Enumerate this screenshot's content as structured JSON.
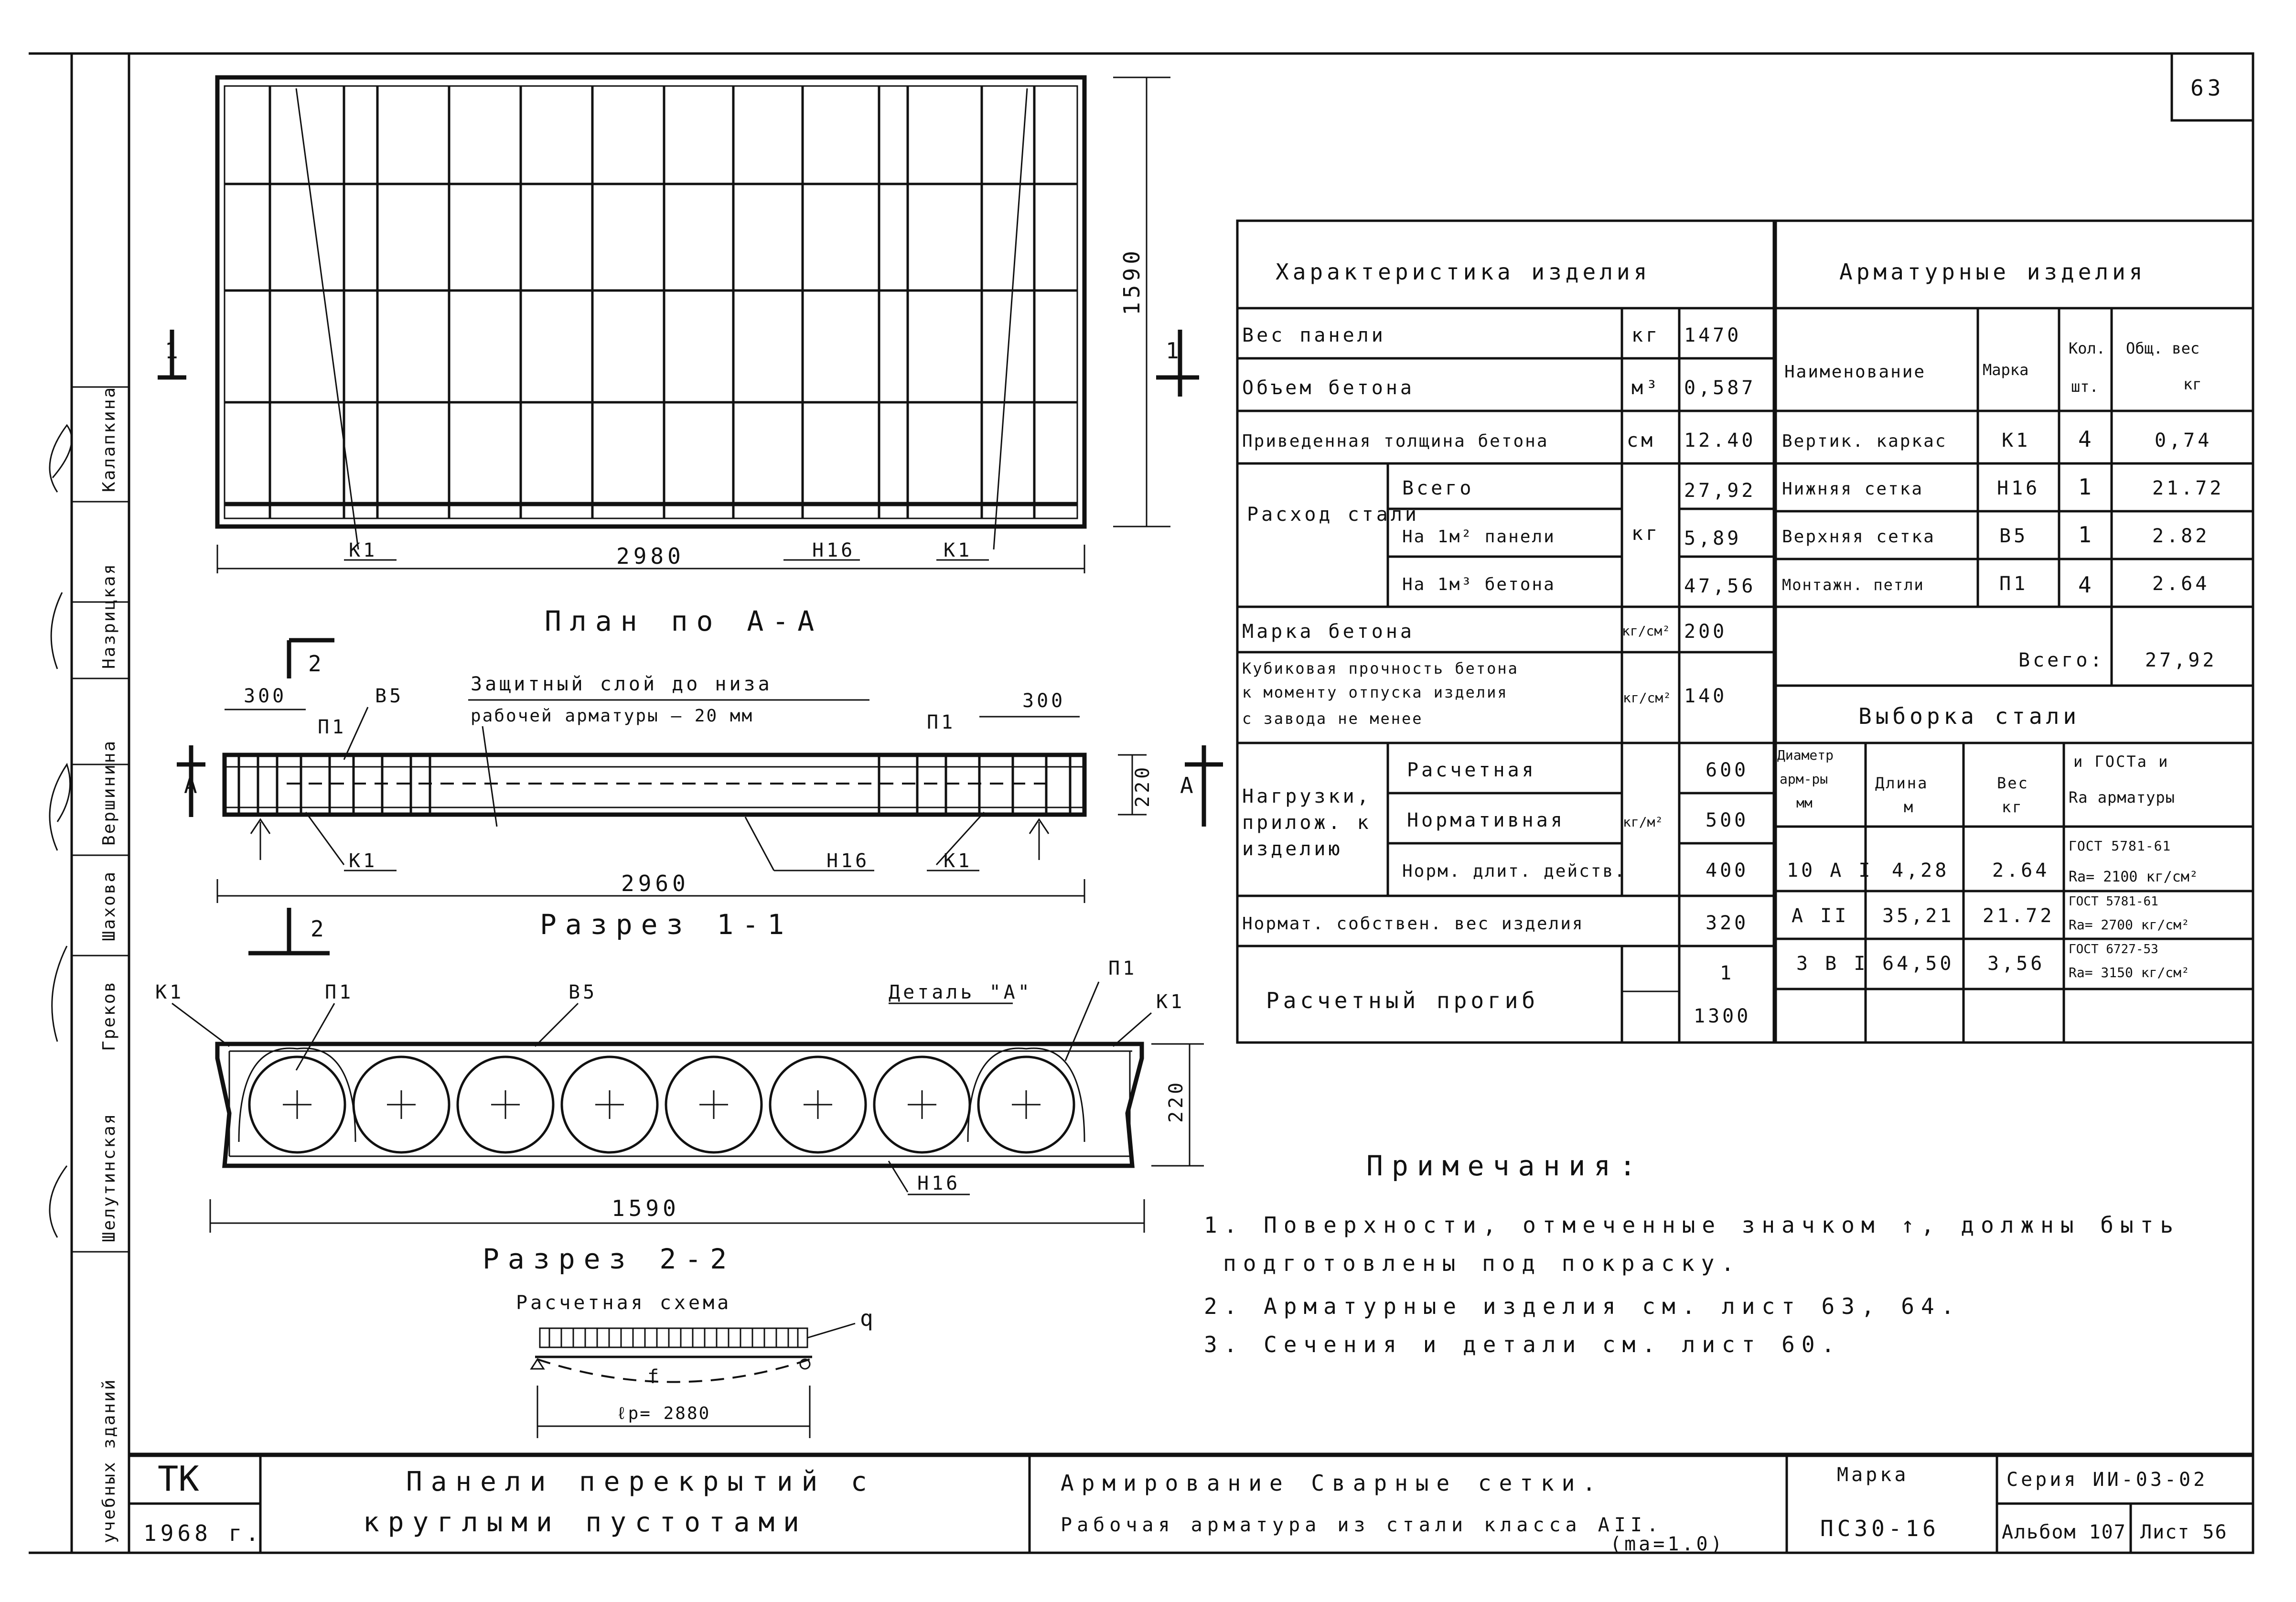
{
  "sheet_number": "63",
  "left_strip": {
    "names": [
      "Шелутинская",
      "Греков",
      "Шахова",
      "Вершинина",
      "Назрицкая",
      "Калапкина"
    ],
    "bottom_text": "учебных зданий"
  },
  "plan": {
    "title": "План по А-А",
    "dim_length": "2980",
    "dim_width": "1590",
    "labels": {
      "k1_left": "К1",
      "h16": "Н16",
      "k1_right": "К1"
    },
    "section_mark": "1"
  },
  "section11": {
    "title": "Разрез 1-1",
    "note_line1": "Защитный слой до низа",
    "note_line2": "рабочей арматуры — 20 мм",
    "dim_left": "300",
    "dim_right": "300",
    "dim_length": "2960",
    "dim_height": "220",
    "labels": {
      "b5": "В5",
      "p1_left": "П1",
      "p1_right": "П1",
      "k1_left": "К1",
      "h16": "Н16",
      "k1_right": "К1"
    },
    "mark_a": "А",
    "mark_2": "2"
  },
  "section22": {
    "title": "Разрез 2-2",
    "dim_width": "1590",
    "dim_height": "220",
    "labels": {
      "k1_left": "К1",
      "p1_left": "П1",
      "b5": "В5",
      "detail_a": "Деталь \"А\"",
      "p1_right": "П1",
      "k1_right": "К1",
      "h16": "Н16"
    }
  },
  "calc_scheme": {
    "title": "Расчетная схема",
    "q": "q",
    "f": "f",
    "span": "ℓр= 2880"
  },
  "char_table": {
    "header": "Характеристика изделия",
    "rows": [
      {
        "name": "Вес панели",
        "unit": "кг",
        "value": "1470"
      },
      {
        "name": "Объем бетона",
        "unit": "м³",
        "value": "0,587"
      },
      {
        "name": "Приведенная толщина бетона",
        "unit": "см",
        "value": "12.40"
      }
    ],
    "steel": {
      "name": "Расход стали",
      "unit": "кг",
      "rows": [
        {
          "sub": "Всего",
          "value": "27,92"
        },
        {
          "sub": "На 1м² панели",
          "value": "5,89"
        },
        {
          "sub": "На 1м³ бетона",
          "value": "47,56"
        }
      ]
    },
    "concrete_grade": {
      "name": "Марка бетона",
      "unit": "кг/см²",
      "value": "200"
    },
    "cube_strength": {
      "line1": "Кубиковая прочность бетона",
      "line2": "к моменту отпуска изделия",
      "line3": "с завода не менее",
      "unit": "кг/см²",
      "value": "140"
    },
    "loads": {
      "name_line1": "Нагрузки,",
      "name_line2": "прилож. к",
      "name_line3": "изделию",
      "unit": "кг/м²",
      "rows": [
        {
          "sub": "Расчетная",
          "value": "600"
        },
        {
          "sub": "Нормативная",
          "value": "500"
        },
        {
          "sub": "Норм. длит. действ.",
          "value": "400"
        }
      ]
    },
    "self_weight": {
      "name": "Нормат. собствен. вес изделия",
      "value": "320"
    },
    "deflection": {
      "name": "Расчетный прогиб",
      "num": "1",
      "den": "1300"
    }
  },
  "rebar_table": {
    "header": "Арматурные изделия",
    "col_name": "Наименование",
    "col_mark": "Марка",
    "col_qty_1": "Кол.",
    "col_qty_2": "шт.",
    "col_weight_1": "Общ. вес",
    "col_weight_2": "кг",
    "rows": [
      {
        "name": "Вертик. каркас",
        "mark": "К1",
        "qty": "4",
        "weight": "0,74"
      },
      {
        "name": "Нижняя сетка",
        "mark": "Н16",
        "qty": "1",
        "weight": "21.72"
      },
      {
        "name": "Верхняя сетка",
        "mark": "В5",
        "qty": "1",
        "weight": "2.82"
      },
      {
        "name": "Монтажн. петли",
        "mark": "П1",
        "qty": "4",
        "weight": "2.64"
      }
    ],
    "total_label": "Всего:",
    "total_value": "27,92"
  },
  "steel_table": {
    "header": "Выборка стали",
    "col_diam_1": "Диаметр",
    "col_diam_2": "арм-ры",
    "col_diam_3": "мм",
    "col_len_1": "Длина",
    "col_len_2": "м",
    "col_w_1": "Вес",
    "col_w_2": "кг",
    "col_gost_1": "и ГОСТа и",
    "col_gost_2": "Ra арматуры",
    "rows": [
      {
        "diam": "10 А I",
        "len": "4,28",
        "w": "2.64",
        "gost": "ГОСТ 5781-61",
        "ra": "Ra= 2100 кг/см²"
      },
      {
        "diam": "А II",
        "len": "35,21",
        "w": "21.72",
        "gost": "ГОСТ 5781-61",
        "ra": "Ra= 2700 кг/см²"
      },
      {
        "diam": "3 В I",
        "len": "64,50",
        "w": "3,56",
        "gost": "ГОСТ 6727-53",
        "ra": "Ra= 3150 кг/см²"
      }
    ]
  },
  "notes": {
    "title": "Примечания:",
    "items": [
      "1. Поверхности, отмеченные значком ↑, должны быть",
      "подготовлены под покраску.",
      "2. Арматурные изделия см. лист 63, 64.",
      "3. Сечения и детали см. лист 60."
    ]
  },
  "title_block": {
    "org": "ТК",
    "year": "1968 г.",
    "title_line1": "Панели перекрытий с",
    "title_line2": "круглыми пустотами",
    "desc_line1": "Армирование Сварные сетки.",
    "desc_line2": "Рабочая арматура из стали класса АII.",
    "desc_sub": "(ma=1.0)",
    "mark_label": "Марка",
    "mark_value": "ПС30-16",
    "series": "Серия ИИ-03-02",
    "album": "Альбом 107",
    "sheet": "Лист 56"
  }
}
